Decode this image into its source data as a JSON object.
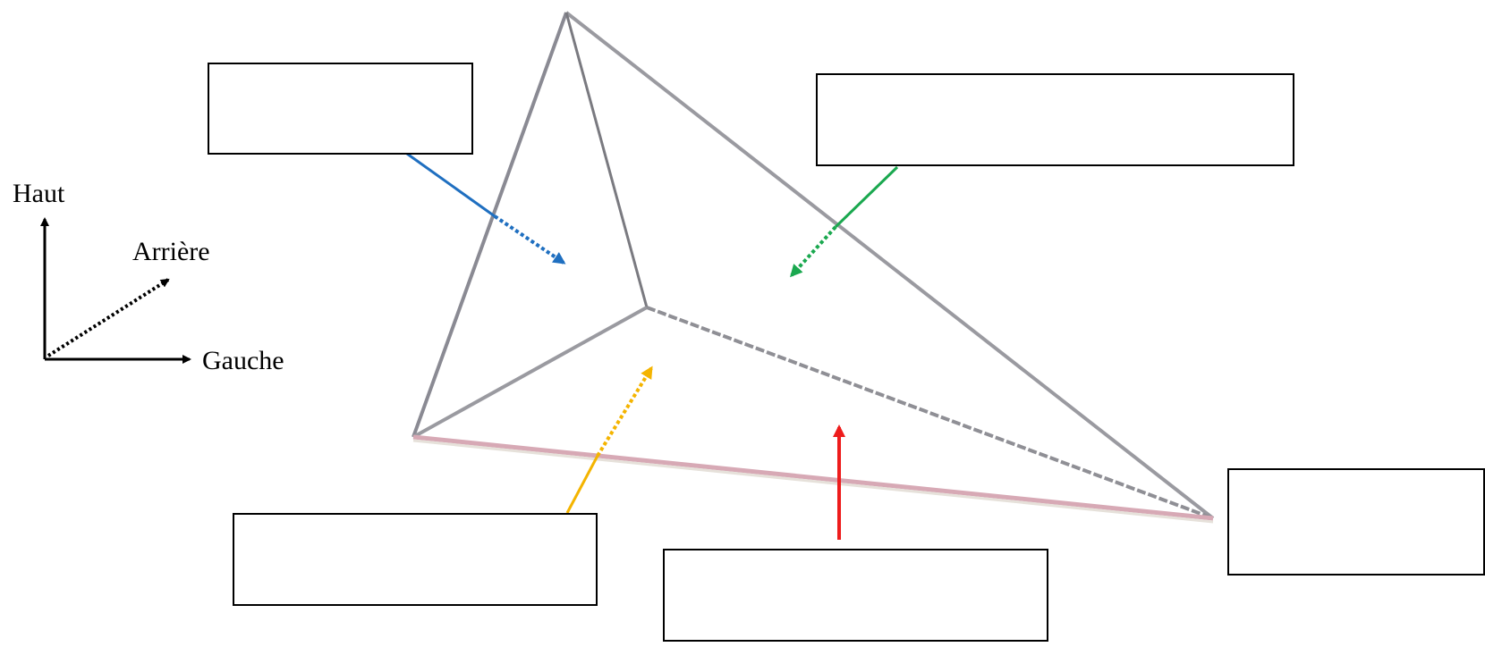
{
  "axes": {
    "up_label": "Haut",
    "back_label": "Arrière",
    "left_label": "Gauche"
  },
  "label_boxes": [
    {
      "id": "box-top-left",
      "text": ""
    },
    {
      "id": "box-top-right",
      "text": ""
    },
    {
      "id": "box-bottom-left",
      "text": ""
    },
    {
      "id": "box-bottom-center",
      "text": ""
    },
    {
      "id": "box-right",
      "text": ""
    }
  ],
  "colors": {
    "edge": "#8a8a93",
    "edge_light": "#b8b8bc",
    "bottom_edge": "#d7a9b5",
    "arrow_blue": "#1f6fc0",
    "arrow_green": "#1aa84f",
    "arrow_orange": "#f4b400",
    "arrow_red": "#ee1c1c",
    "axis": "#000000"
  }
}
